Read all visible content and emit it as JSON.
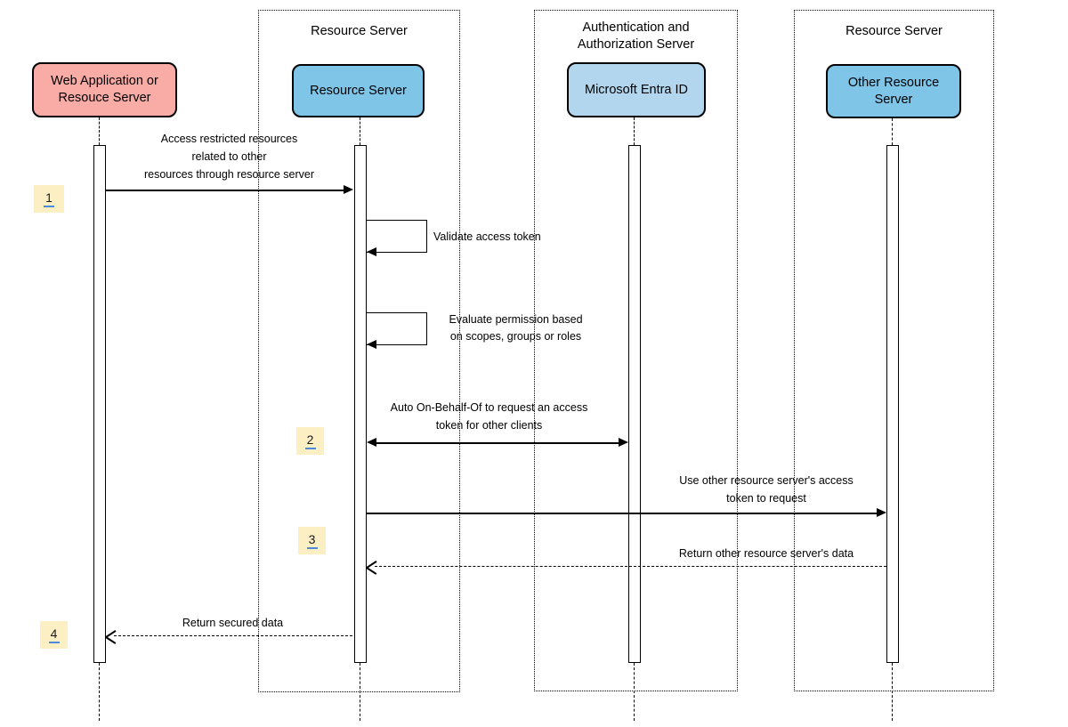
{
  "containers": {
    "c1": "Resource Server",
    "c2": "Authentication and\nAuthorization Server",
    "c3": "Resource Server"
  },
  "actors": {
    "a1": "Web Application or\nResouce Server",
    "a2": "Resource Server",
    "a3": "Microsoft Entra ID",
    "a4": "Other Resource\nServer"
  },
  "messages": {
    "m1": "Access restricted resources\nrelated to other\nresources through resource server",
    "m2": "Validate access token",
    "m3": "Evaluate permission based\non scopes, groups or roles",
    "m4": "Auto On-Behalf-Of to request an access\ntoken for other clients",
    "m5": "Use other resource server's access\ntoken to request",
    "m6": "Return other resource server's data",
    "m7": "Return secured data"
  },
  "badges": {
    "b1": "1",
    "b2": "2",
    "b3": "3",
    "b4": "4"
  },
  "colors": {
    "actor_pink": "#F9ACA6",
    "actor_blue": "#7EC5E8",
    "actor_light_blue": "#B2D6EE",
    "badge_yellow": "#FBEFC3",
    "badge_link_blue": "#4C8BD9",
    "line": "#000000"
  }
}
